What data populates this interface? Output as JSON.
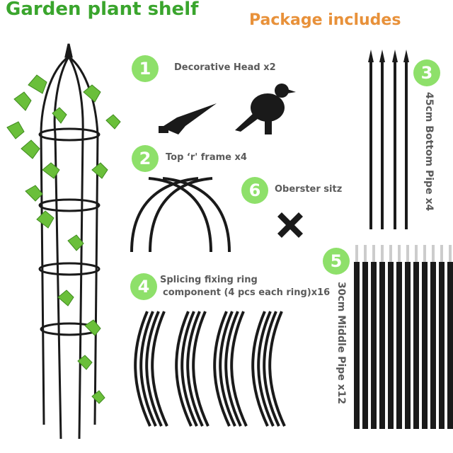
{
  "title": "Garden plant shelf",
  "package_title": "Package includes",
  "items": [
    {
      "number": "1",
      "label": "Decorative Head x2"
    },
    {
      "number": "2",
      "label": "Top ‘r' frame x4"
    },
    {
      "number": "3",
      "label": "45cm Bottom Pipe x4"
    },
    {
      "number": "4",
      "label_line1": "Splicing fixing ring",
      "label_line2": "component (4 pcs each ring)x16"
    },
    {
      "number": "5",
      "label": "30cm Middle Pipe x12"
    },
    {
      "number": "6",
      "label": "Oberster sitz"
    }
  ],
  "colors": {
    "title": "#3aa52d",
    "package_title": "#e8913a",
    "badge": "#8ee06a",
    "label": "#5a5a5a",
    "part": "#1a1a1a"
  }
}
